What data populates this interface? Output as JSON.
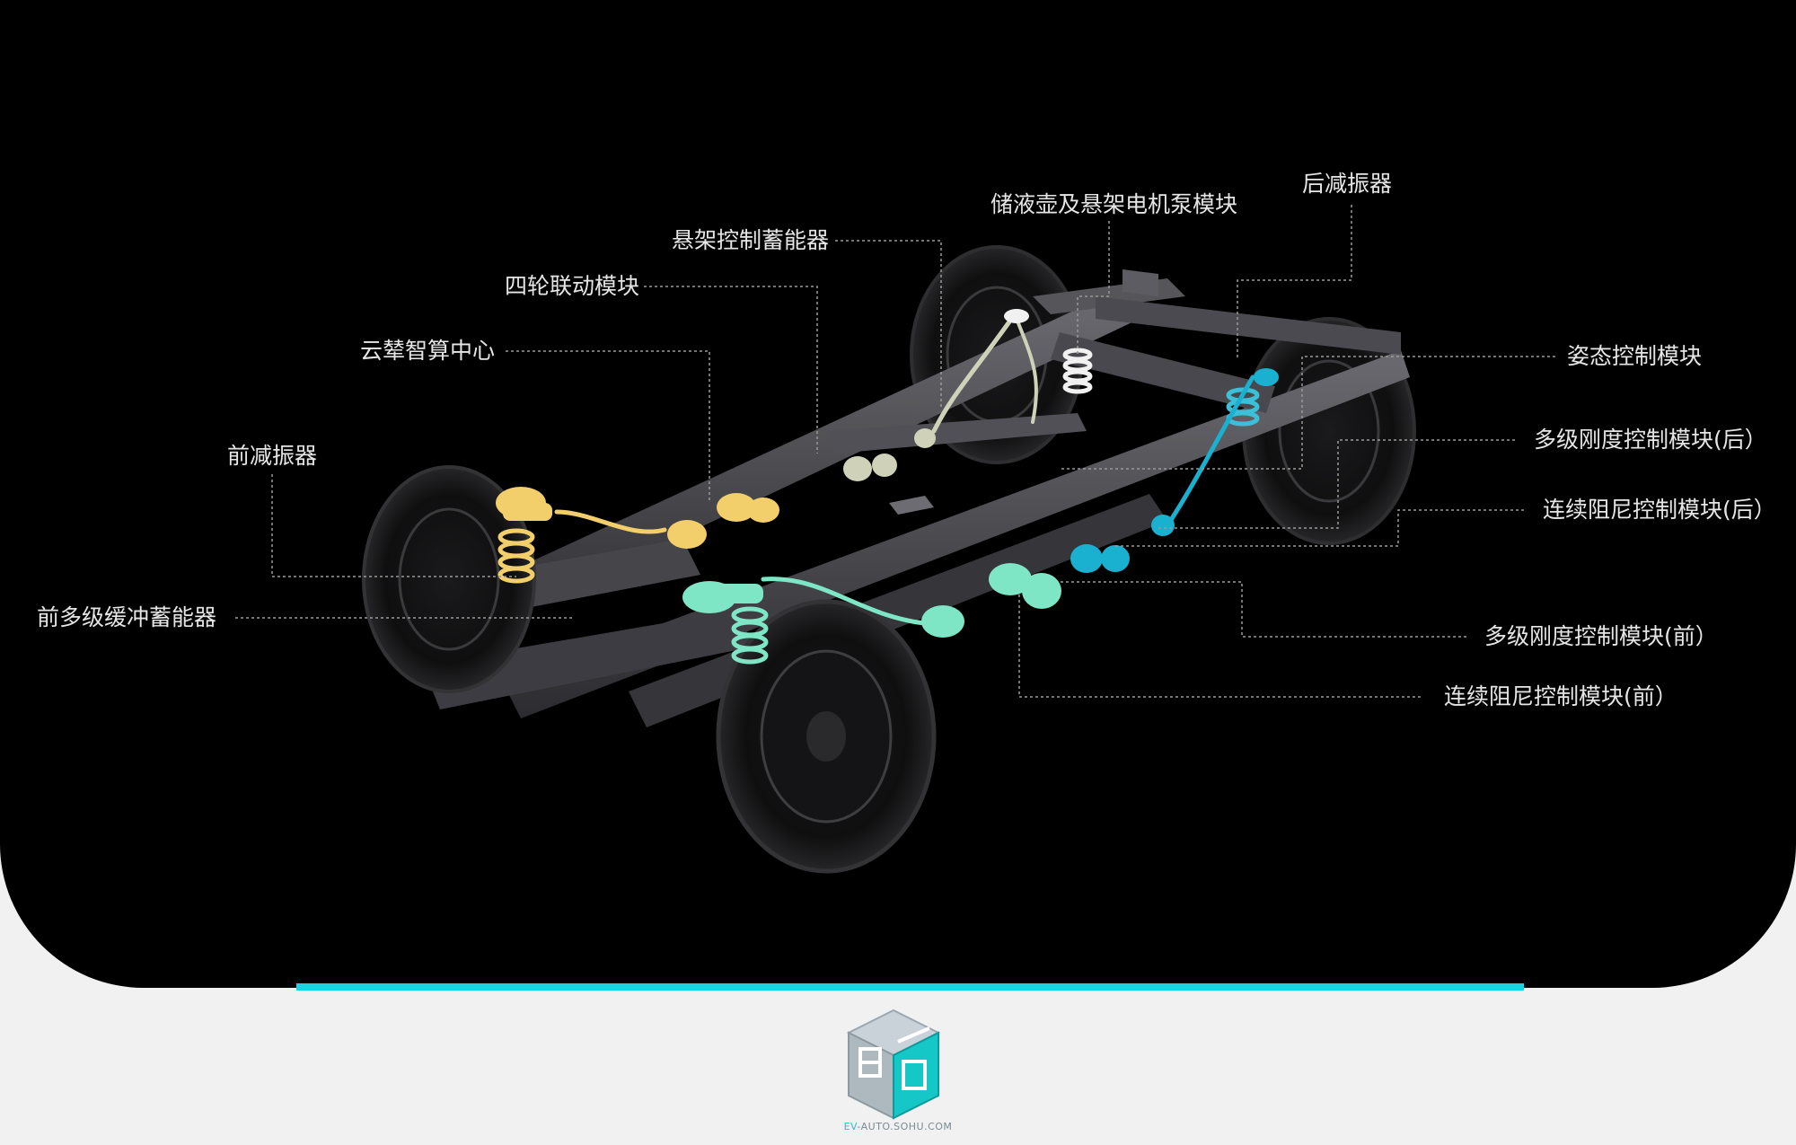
{
  "labels": {
    "rear_shock": "后减振器",
    "reservoir_pump": "储液壶及悬架电机泵模块",
    "suspension_accumulator": "悬架控制蓄能器",
    "four_wheel_link": "四轮联动模块",
    "cloud_center": "云辇智算中心",
    "front_shock": "前减振器",
    "front_buffer_accumulator": "前多级缓冲蓄能器",
    "attitude_control": "姿态控制模块",
    "stiffness_rear": "多级刚度控制模块(后）",
    "damping_rear": "连续阻尼控制模块(后）",
    "stiffness_front": "多级刚度控制模块(前）",
    "damping_front": "连续阻尼控制模块(前）"
  },
  "logo": {
    "icon": "cube-logo-icon",
    "prefix": "EV",
    "suffix": "-AUTO.SOHU.COM"
  },
  "colors": {
    "background": "#000000",
    "page": "#f1f1f1",
    "accent_bar": "#19d3e6",
    "yellow_system": "#f2cf6a",
    "mint_system": "#7ee6c4",
    "teal_system": "#1ab0d0",
    "beige_system": "#cfd2b8",
    "label_text": "#e6e6e6",
    "leader_line": "#9a9a9a"
  }
}
